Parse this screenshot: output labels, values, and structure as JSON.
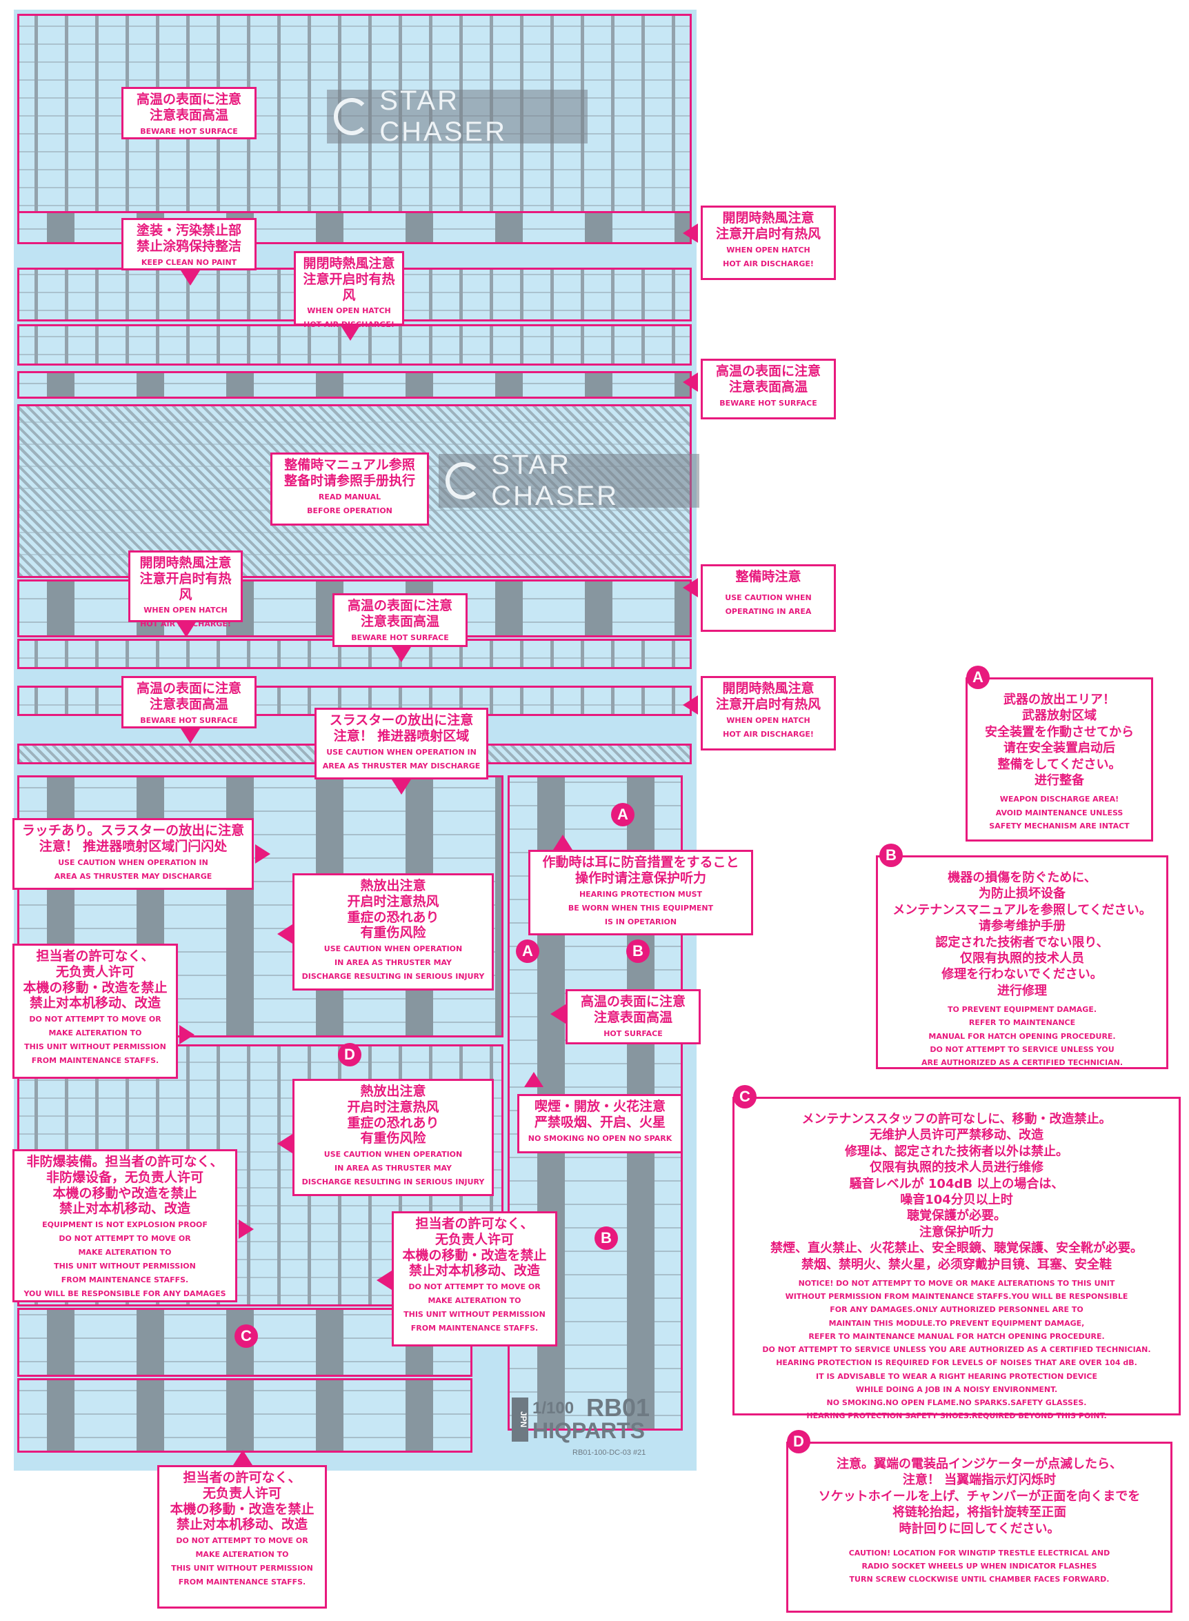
{
  "watermark": "STAR CHASER",
  "brand": {
    "jpn": "JPN",
    "scale": "1/100",
    "model": "RB01",
    "maker": "HIQPARTS",
    "code": "RB01-100-DC-03 #21"
  },
  "callouts": {
    "hot1": {
      "cn": [
        "高温の表面に注意",
        "注意表面高温"
      ],
      "en": [
        "BEWARE HOT SURFACE"
      ]
    },
    "keepclean": {
      "cn": [
        "塗装・汚染禁止部",
        "禁止涂鸦保持整洁"
      ],
      "en": [
        "KEEP CLEAN NO PAINT"
      ]
    },
    "hatch_mid": {
      "cn": [
        "開閉時熱風注意",
        "注意开启时有热风"
      ],
      "en": [
        "WHEN OPEN HATCH",
        "HOT AIR DISCHARGE!"
      ]
    },
    "hatch_r1": {
      "cn": [
        "開閉時熱風注意",
        "注意开启时有热风"
      ],
      "en": [
        "WHEN OPEN HATCH",
        "HOT AIR DISCHARGE!"
      ]
    },
    "hot_r2": {
      "cn": [
        "高温の表面に注意",
        "注意表面高温"
      ],
      "en": [
        "BEWARE HOT SURFACE"
      ]
    },
    "manual": {
      "cn": [
        "整備時マニュアル参照",
        "整备时请参照手册执行"
      ],
      "en": [
        "READ MANUAL",
        "BEFORE OPERATION"
      ]
    },
    "hatch_l": {
      "cn": [
        "開閉時熱風注意",
        "注意开启时有热风"
      ],
      "en": [
        "WHEN OPEN HATCH",
        "HOT AIR DISCHARGE!"
      ]
    },
    "maint_r": {
      "cn": [
        "整備時注意"
      ],
      "en": [
        "USE CAUTION WHEN",
        "OPERATING IN AREA"
      ]
    },
    "hot_c": {
      "cn": [
        "高温の表面に注意",
        "注意表面高温"
      ],
      "en": [
        "BEWARE HOT SURFACE"
      ]
    },
    "hot_l": {
      "cn": [
        "高温の表面に注意",
        "注意表面高温"
      ],
      "en": [
        "BEWARE HOT SURFACE"
      ]
    },
    "hatch_r3": {
      "cn": [
        "開閉時熱風注意",
        "注意开启时有热风"
      ],
      "en": [
        "WHEN OPEN HATCH",
        "HOT AIR DISCHARGE!"
      ]
    },
    "thruster": {
      "cn": [
        "スラスターの放出に注意",
        "注意！ 推进器喷射区域"
      ],
      "en": [
        "USE CAUTION WHEN OPERATION IN",
        "AREA AS THRUSTER MAY DISCHARGE"
      ]
    },
    "latch": {
      "cn": [
        "ラッチあり。スラスターの放出に注意",
        "注意！ 推进器喷射区域门闩闪处"
      ],
      "en": [
        "USE CAUTION WHEN OPERATION IN",
        "AREA AS THRUSTER MAY DISCHARGE"
      ]
    },
    "hearing": {
      "cn": [
        "作動時は耳に防音措置をすること",
        "操作时请注意保护听力"
      ],
      "en": [
        "HEARING PROTECTION MUST",
        "BE WORN WHEN THIS EQUIPMENT",
        "IS IN OPETARION"
      ]
    },
    "heat1": {
      "cn": [
        "熱放出注意",
        "开启时注意热风",
        "重症の恐れあり",
        "有重伤风险"
      ],
      "en": [
        "USE CAUTION WHEN OPERATION",
        "IN AREA AS THRUSTER MAY",
        "DISCHARGE RESULTING IN SERIOUS INJURY"
      ]
    },
    "nomove1": {
      "cn": [
        "担当者の許可なく、",
        "无负责人许可",
        "本機の移動・改造を禁止",
        "禁止对本机移动、改造"
      ],
      "en": [
        "DO NOT ATTEMPT TO MOVE OR",
        "MAKE ALTERATION TO",
        "THIS UNIT WITHOUT PERMISSION",
        "FROM MAINTENANCE STAFFS."
      ]
    },
    "hot_r4": {
      "cn": [
        "高温の表面に注意",
        "注意表面高温"
      ],
      "en": [
        "HOT SURFACE"
      ]
    },
    "nosmoke": {
      "cn": [
        "喫煙・開放・火花注意",
        "严禁吸烟、开启、火星"
      ],
      "en": [
        "NO SMOKING NO OPEN NO SPARK"
      ]
    },
    "heat2": {
      "cn": [
        "熱放出注意",
        "开启时注意热风",
        "重症の恐れあり",
        "有重伤风险"
      ],
      "en": [
        "USE CAUTION WHEN OPERATION",
        "IN AREA AS THRUSTER MAY",
        "DISCHARGE RESULTING IN SERIOUS INJURY"
      ]
    },
    "explosion": {
      "cn": [
        "非防爆装備。担当者の許可なく、",
        "非防爆设备，无负责人许可",
        "本機の移動や改造を禁止",
        "禁止对本机移动、改造"
      ],
      "en": [
        "EQUIPMENT IS NOT EXPLOSION PROOF",
        "DO NOT ATTEMPT TO MOVE OR",
        "MAKE ALTERATION TO",
        "THIS UNIT WITHOUT PERMISSION",
        "FROM MAINTENANCE STAFFS.",
        "YOU WILL BE RESPONSIBLE FOR ANY DAMAGES"
      ]
    },
    "nomove2": {
      "cn": [
        "担当者の許可なく、",
        "无负责人许可",
        "本機の移動・改造を禁止",
        "禁止对本机移动、改造"
      ],
      "en": [
        "DO NOT ATTEMPT TO MOVE OR",
        "MAKE ALTERATION TO",
        "THIS UNIT WITHOUT PERMISSION",
        "FROM MAINTENANCE STAFFS."
      ]
    },
    "nomove3": {
      "cn": [
        "担当者の許可なく、",
        "无负责人许可",
        "本機の移動・改造を禁止",
        "禁止对本机移动、改造"
      ],
      "en": [
        "DO NOT ATTEMPT TO MOVE OR",
        "MAKE ALTERATION TO",
        "THIS UNIT WITHOUT PERMISSION",
        "FROM MAINTENANCE STAFFS."
      ]
    }
  },
  "legends": {
    "A": {
      "cn": [
        "武器の放出エリア！",
        "武器放射区域",
        "安全装置を作動させてから",
        "请在安全装置启动后",
        "整備をしてください。",
        "进行整备"
      ],
      "en": [
        "WEAPON DISCHARGE AREA!",
        "AVOID MAINTENANCE UNLESS",
        "SAFETY MECHANISM ARE INTACT"
      ]
    },
    "B": {
      "cn": [
        "機器の損傷を防ぐために、",
        "为防止损坏设备",
        "メンテナンスマニュアルを参照してください。",
        "请参考维护手册",
        "認定された技術者でない限り、",
        "仅限有执照的技术人员",
        "修理を行わないでください。",
        "进行修理"
      ],
      "en": [
        "TO PREVENT EQUIPMENT DAMAGE.",
        "REFER TO MAINTENANCE",
        "MANUAL FOR HATCH OPENING PROCEDURE.",
        "DO NOT ATTEMPT TO SERVICE UNLESS YOU",
        "ARE AUTHORIZED AS A CERTIFIED TECHNICIAN."
      ]
    },
    "C": {
      "cn": [
        "メンテナンススタッフの許可なしに、移動・改造禁止。",
        "无维护人员许可严禁移动、改造",
        "修理は、認定された技術者以外は禁止。",
        "仅限有执照的技术人员进行维修",
        "騒音レベルが 104dB 以上の場合は、",
        "噪音104分贝以上时",
        "聴覚保護が必要。",
        "注意保护听力",
        "禁煙、直火禁止、火花禁止、安全眼鏡、聴覚保護、安全靴が必要。",
        "禁烟、禁明火、禁火星，必须穿戴护目镜、耳塞、安全鞋"
      ],
      "en": [
        "NOTICE!  DO NOT ATTEMPT TO MOVE OR MAKE ALTERATIONS TO THIS UNIT",
        "WITHOUT PERMISSION FROM MAINTENANCE STAFFS.YOU WILL BE RESPONSIBLE",
        "FOR ANY DAMAGES.ONLY AUTHORIZED PERSONNEL ARE TO",
        "MAINTAIN THIS MODULE.TO PREVENT EQUIPMENT DAMAGE,",
        "REFER TO MAINTENANCE MANUAL FOR HATCH OPENING PROCEDURE.",
        "DO NOT ATTEMPT TO SERVICE UNLESS YOU ARE AUTHORIZED AS A CERTIFIED TECHNICIAN.",
        "HEARING PROTECTION IS REQUIRED FOR LEVELS OF NOISES THAT ARE OVER 104 dB.",
        "IT IS ADVISABLE TO WEAR A RIGHT HEARING PROTECTION DEVICE",
        "WHILE DOING A JOB IN A NOISY ENVIRONMENT.",
        "NO SMOKING.NO OPEN FLAME.NO SPARKS.SAFETY GLASSES.",
        "HEARING PROTECTION SAFETY SHOES.REQUIRED BEYOND THIS POINT."
      ]
    },
    "D": {
      "cn": [
        "注意。翼端の電装品インジケーターが点滅したら、",
        "注意！ 当翼端指示灯闪烁时",
        "ソケットホイールを上げ、チャンバーが正面を向くまでを",
        "将链轮抬起，将指针旋转至正面",
        "時計回りに回してください。"
      ],
      "en": [
        "CAUTION! LOCATION FOR WINGTIP TRESTLE ELECTRICAL AND",
        "RADIO SOCKET WHEELS UP WHEN INDICATOR FLASHES",
        "TURN SCREW CLOCKWISE UNTIL CHAMBER FACES FORWARD."
      ]
    }
  },
  "badge_letters": {
    "a": "A",
    "b": "B",
    "c": "C",
    "d": "D"
  }
}
